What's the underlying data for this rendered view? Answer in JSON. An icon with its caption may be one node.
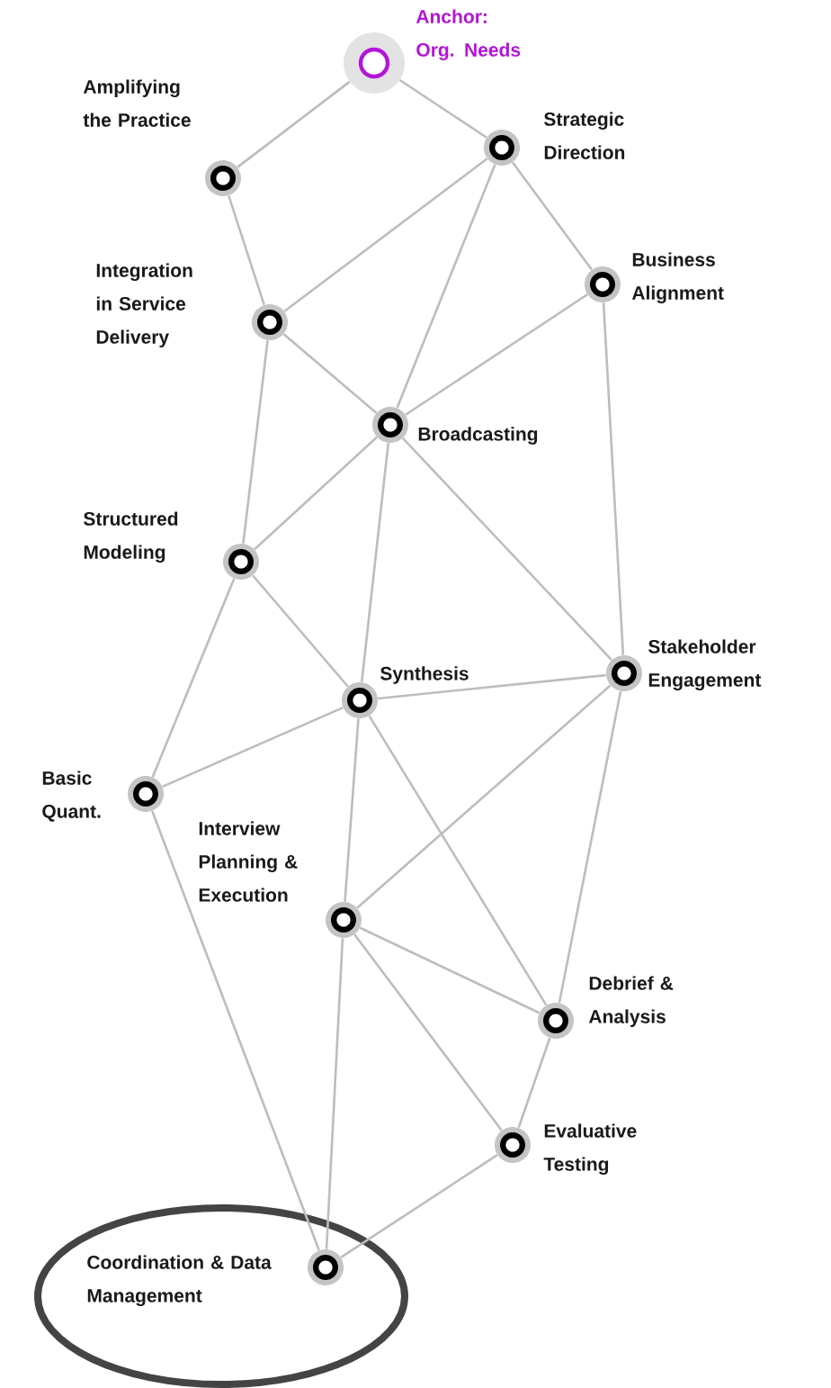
{
  "diagram": {
    "nodes": [
      {
        "text": [],
        "shape": "circle",
        "beside": [
          "Anchor: Org. Needs"
        ]
      },
      {
        "text": [],
        "shape": "circle",
        "beside": [
          "Amplifying the Practice"
        ]
      },
      {
        "text": [],
        "shape": "circle",
        "beside": [
          "Strategic Direction"
        ]
      },
      {
        "text": [],
        "shape": "circle",
        "beside": [
          "Business Alignment"
        ]
      },
      {
        "text": [],
        "shape": "circle",
        "beside": [
          "Integration in Service Delivery"
        ]
      },
      {
        "text": [],
        "shape": "circle",
        "beside": [
          "Broadcasting"
        ]
      },
      {
        "text": [],
        "shape": "circle",
        "beside": [
          "Structured Modeling"
        ]
      },
      {
        "text": [],
        "shape": "circle",
        "beside": [
          "Synthesis"
        ]
      },
      {
        "text": [],
        "shape": "circle",
        "beside": [
          "Stakeholder Engagement"
        ]
      },
      {
        "text": [],
        "shape": "circle",
        "beside": [
          "Basic Quant."
        ]
      },
      {
        "text": [],
        "shape": "circle",
        "beside": [
          "Interview Planning & Execution"
        ]
      },
      {
        "text": [],
        "shape": "circle",
        "beside": [
          "Debrief & Analysis"
        ]
      },
      {
        "text": [],
        "shape": "circle",
        "beside": [
          "Evaluative Testing"
        ]
      },
      {
        "text": [],
        "shape": "circle",
        "beside": [
          "Coordination & Data Management"
        ]
      }
    ],
    "edges": [
      {
        "from": 0,
        "to": 1,
        "arrow": "none"
      },
      {
        "from": 0,
        "to": 2,
        "arrow": "none"
      },
      {
        "from": 1,
        "to": 4,
        "arrow": "none"
      },
      {
        "from": 2,
        "to": 4,
        "arrow": "none"
      },
      {
        "from": 2,
        "to": 5,
        "arrow": "none"
      },
      {
        "from": 2,
        "to": 3,
        "arrow": "none"
      },
      {
        "from": 4,
        "to": 5,
        "arrow": "none"
      },
      {
        "from": 3,
        "to": 5,
        "arrow": "none"
      },
      {
        "from": 3,
        "to": 8,
        "arrow": "none"
      },
      {
        "from": 4,
        "to": 6,
        "arrow": "none"
      },
      {
        "from": 5,
        "to": 6,
        "arrow": "none"
      },
      {
        "from": 5,
        "to": 7,
        "arrow": "none"
      },
      {
        "from": 5,
        "to": 8,
        "arrow": "none"
      },
      {
        "from": 6,
        "to": 7,
        "arrow": "none"
      },
      {
        "from": 6,
        "to": 9,
        "arrow": "none"
      },
      {
        "from": 7,
        "to": 9,
        "arrow": "none"
      },
      {
        "from": 7,
        "to": 8,
        "arrow": "none"
      },
      {
        "from": 7,
        "to": 10,
        "arrow": "none"
      },
      {
        "from": 7,
        "to": 11,
        "arrow": "none"
      },
      {
        "from": 8,
        "to": 10,
        "arrow": "none"
      },
      {
        "from": 8,
        "to": 11,
        "arrow": "none"
      },
      {
        "from": 10,
        "to": 11,
        "arrow": "none"
      },
      {
        "from": 10,
        "to": 12,
        "arrow": "none"
      },
      {
        "from": 11,
        "to": 12,
        "arrow": "none"
      },
      {
        "from": 9,
        "to": 13,
        "arrow": "none"
      },
      {
        "from": 10,
        "to": 13,
        "arrow": "none"
      },
      {
        "from": 12,
        "to": 13,
        "arrow": "none"
      }
    ]
  }
}
